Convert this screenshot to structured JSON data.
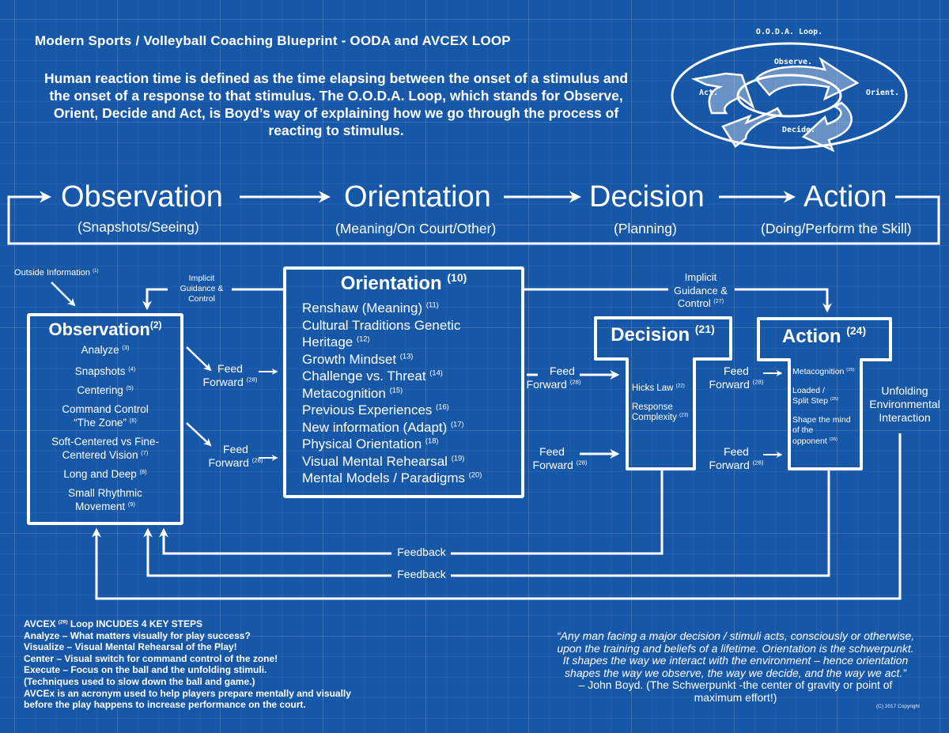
{
  "header": {
    "title": "Modern Sports / Volleyball Coaching Blueprint - OODA and AVCEX LOOP",
    "intro": "Human reaction time is defined as the time elapsing between the onset of a stimulus and the onset of a response to that stimulus. The O.O.D.A. Loop, which stands for Observe, Orient, Decide and Act, is Boyd’s way of explaining how we go through the process of reacting to stimulus."
  },
  "ooda_loop_graphic": {
    "title": "O.O.D.A. Loop.",
    "labels": {
      "observe": "Observe.",
      "orient": "Orient.",
      "decide": "Decide.",
      "act": "Act."
    },
    "icons": [
      "circular-arrow-icon"
    ]
  },
  "stages_flow": [
    {
      "name": "Observation",
      "subtitle": "(Snapshots/Seeing)"
    },
    {
      "name": "Orientation",
      "subtitle": "(Meaning/On Court/Other)"
    },
    {
      "name": "Decision",
      "subtitle": "(Planning)"
    },
    {
      "name": "Action",
      "subtitle": "(Doing/Perform the Skill)"
    }
  ],
  "outside_information": {
    "label": "Outside Information",
    "ref": "(1)"
  },
  "implicit_guidance_left": {
    "line1": "Implicit",
    "line2": "Guidance &",
    "line3": "Control"
  },
  "implicit_guidance_right": {
    "line1": "Implicit",
    "line2": "Guidance &",
    "line3": "Control",
    "ref": "(27)"
  },
  "observation_box": {
    "title": "Observation",
    "ref": "(2)",
    "items": [
      {
        "text": "Analyze",
        "ref": "(3)"
      },
      {
        "text": "Snapshots",
        "ref": "(4)"
      },
      {
        "text": "Centering",
        "ref": "(5)"
      },
      {
        "line1": "Command Control",
        "text": "“The Zone”",
        "ref": "(6)"
      },
      {
        "line1": "Soft-Centered vs Fine-",
        "text": "Centered Vision",
        "ref": "(7)"
      },
      {
        "text": "Long and Deep",
        "ref": "(8)"
      },
      {
        "line1": "Small Rhythmic",
        "text": "Movement",
        "ref": "(9)"
      }
    ]
  },
  "orientation_box": {
    "title": "Orientation",
    "ref": "(10)",
    "items": [
      {
        "text": "Renshaw (Meaning)",
        "ref": "(11)"
      },
      {
        "text": "Cultural Traditions Genetic",
        "ref": ""
      },
      {
        "text": "Heritage",
        "ref": "(12)"
      },
      {
        "text": "Growth Mindset",
        "ref": "(13)"
      },
      {
        "text": "Challenge vs. Threat",
        "ref": "(14)"
      },
      {
        "text": "Metacognition",
        "ref": "(15)"
      },
      {
        "text": "Previous Experiences",
        "ref": "(16)"
      },
      {
        "text": "New information (Adapt)",
        "ref": "(17)"
      },
      {
        "text": "Physical Orientation",
        "ref": "(18)"
      },
      {
        "text": "Visual Mental Rehearsal",
        "ref": "(19)"
      },
      {
        "text": "Mental Models / Paradigms",
        "ref": "(20)"
      }
    ]
  },
  "decision_box": {
    "title": "Decision",
    "ref": "(21)",
    "items": [
      {
        "text": "Hicks Law",
        "ref": "(22)"
      },
      {
        "line1": "Response",
        "text": "Complexity",
        "ref": "(23)"
      }
    ]
  },
  "action_box": {
    "title": "Action",
    "ref": "(24)",
    "items": [
      {
        "text": "Metacognition",
        "ref": "(15)"
      },
      {
        "line1": "Loaded /",
        "text": "Split Step",
        "ref": "(25)"
      },
      {
        "line1": "Shape the mind",
        "line2": "of the",
        "text": "opponent",
        "ref": "(26)"
      }
    ]
  },
  "feed_forward": {
    "line1": "Feed",
    "line2": "Forward",
    "ref": "(28)"
  },
  "unfolding": {
    "line1": "Unfolding",
    "line2": "Environmental",
    "line3": "Interaction"
  },
  "feedback": {
    "label": "Feedback"
  },
  "avcex": {
    "heading": "AVCEX",
    "heading_ref": "(29)",
    "heading_rest": "Loop INCUDES 4 KEY STEPS",
    "lines": [
      "Analyze – What matters visually for play success?",
      "Visualize – Visual Mental Rehearsal of the Play!",
      "Center – Visual switch for command control of the zone!",
      "Execute – Focus on the ball and the unfolding stimuli.",
      "(Techniques used to slow down the ball and game.)",
      "AVCEx is an acronym used to help players prepare mentally and visually",
      "before the play happens to increase performance on the court."
    ]
  },
  "quote": {
    "text": "“Any man facing a major decision / stimuli acts, consciously or otherwise, upon the training and beliefs of a lifetime. Orientation is the schwerpunkt. It shapes the way we interact with the environment – hence orientation shapes the way we observe, the way we decide, and the way we act.”",
    "author": "– John Boyd. (The Schwerpunkt -the center of gravity or point of maximum effort!)"
  },
  "copyright": "(C) 2017 Copyright",
  "colors": {
    "background": "#1757a8",
    "foreground": "#ffffff"
  }
}
